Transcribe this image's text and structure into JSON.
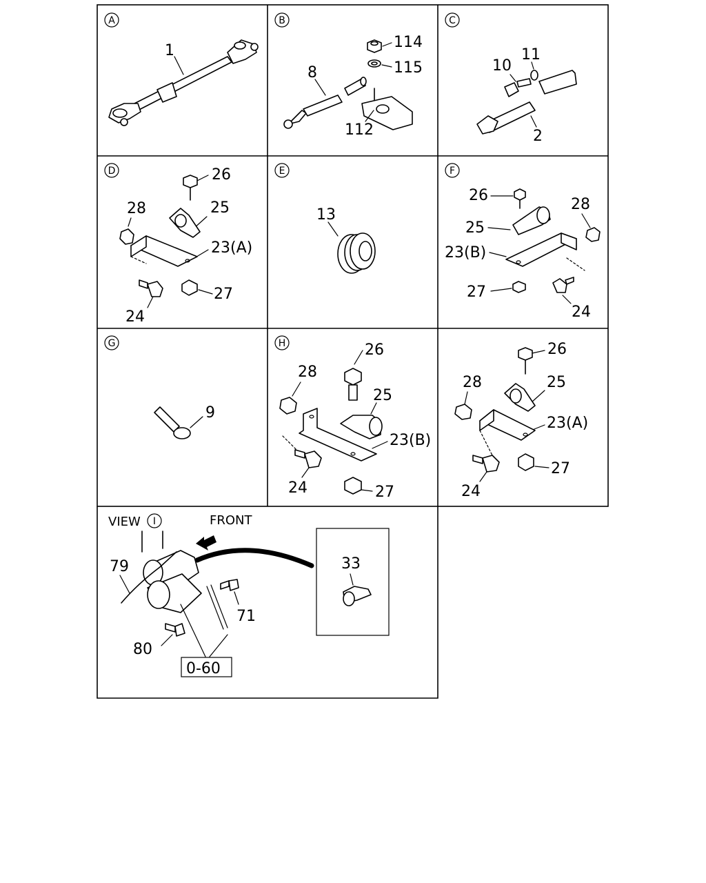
{
  "panels": [
    {
      "letter": "A",
      "parts": [
        "1"
      ]
    },
    {
      "letter": "B",
      "parts": [
        "114",
        "115",
        "8",
        "112"
      ]
    },
    {
      "letter": "C",
      "parts": [
        "11",
        "10",
        "2"
      ]
    },
    {
      "letter": "D",
      "parts": [
        "26",
        "28",
        "25",
        "23(A)",
        "27",
        "24"
      ]
    },
    {
      "letter": "E",
      "parts": [
        "13"
      ]
    },
    {
      "letter": "F",
      "parts": [
        "26",
        "28",
        "25",
        "23(B)",
        "27",
        "24"
      ]
    },
    {
      "letter": "G",
      "parts": [
        "9"
      ]
    },
    {
      "letter": "H",
      "parts": [
        "28",
        "26",
        "25",
        "23(B)",
        "24",
        "27"
      ]
    },
    {
      "letter": "",
      "parts": [
        "28",
        "26",
        "25",
        "23(A)",
        "24",
        "27"
      ]
    }
  ],
  "view": {
    "prefix": "VIEW",
    "circle": "I",
    "front_label": "FRONT",
    "parts": [
      "79",
      "71",
      "80",
      "33"
    ],
    "ref_box": "0-60"
  }
}
